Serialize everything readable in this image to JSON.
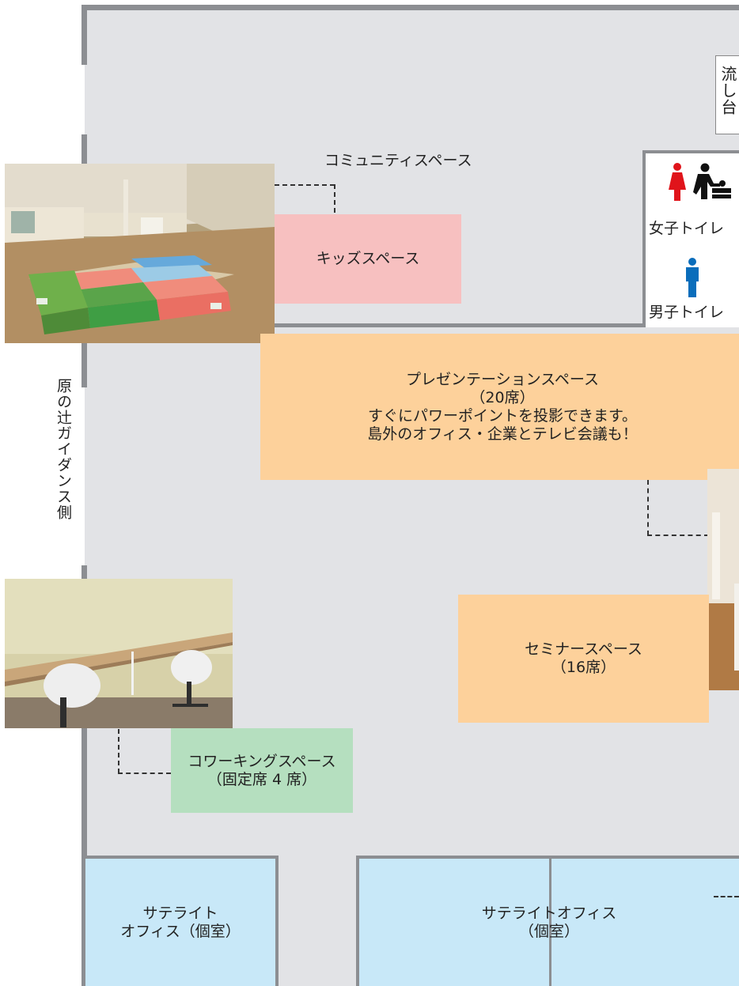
{
  "community_space": {
    "label": "コミュニティスペース"
  },
  "kids_space": {
    "label": "キッズスペース",
    "color": "#f7c0c0"
  },
  "sink": {
    "label": "流し台"
  },
  "restrooms": {
    "women": {
      "label": "女子トイレ",
      "icon": "female-icon",
      "color": "#e0141b"
    },
    "women_baby": {
      "icon": "baby-changing-icon"
    },
    "men": {
      "label": "男子トイレ",
      "icon": "male-icon",
      "color": "#0a6dbb"
    }
  },
  "side_label": {
    "text": "原の辻ガイダンス側"
  },
  "presentation_space": {
    "title": "プレゼンテーションスペース",
    "seats": "（20席）",
    "line1": "すぐにパワーポイントを投影できます。",
    "line2": "島外のオフィス・企業とテレビ会議も！",
    "color": "#fdd19b"
  },
  "seminar_space": {
    "title": "セミナースペース",
    "seats": "（16席）",
    "color": "#fdd19b"
  },
  "coworking_space": {
    "title": "コワーキングスペース",
    "seats": "（固定席 4 席）",
    "color": "#b5dfbf"
  },
  "satellite_office_1": {
    "label": "サテライト\nオフィス（個室）",
    "color": "#c8e8f8"
  },
  "satellite_office_2": {
    "title": "サテライトオフィス",
    "sub": "（個室）",
    "color": "#c8e8f8"
  },
  "photos": {
    "community": "community-space-photo",
    "coworking": "coworking-space-photo",
    "seminar": "seminar-space-photo"
  }
}
